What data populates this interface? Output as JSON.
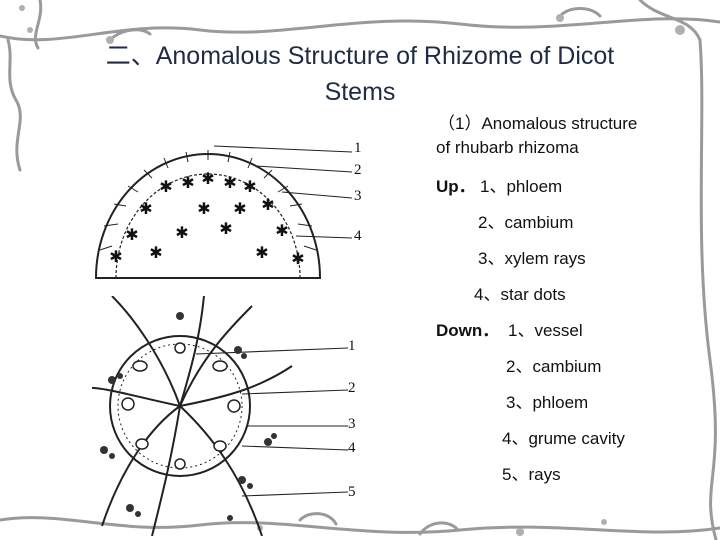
{
  "slide": {
    "title_line1": "二、Anomalous Structure of   Rhizome of Dicot",
    "title_line2": "Stems",
    "subtitle_line1": "（1）Anomalous structure",
    "subtitle_line2": "of   rhubarb rhizoma"
  },
  "upper_figure": {
    "label_numbers": [
      "1",
      "2",
      "3",
      "4"
    ],
    "heading": "Up．",
    "labels": [
      "1、phloem",
      "2、cambium",
      "3、xylem rays",
      "4、star dots"
    ]
  },
  "lower_figure": {
    "label_numbers": [
      "1",
      "2",
      "3",
      "4",
      "5"
    ],
    "heading": "Down．",
    "labels": [
      "1、vessel",
      "2、cambium",
      "3、phloem",
      "4、grume cavity",
      "5、rays"
    ]
  },
  "colors": {
    "title": "#1f2a44",
    "vine": "#9a9a9a",
    "drawing": "#222222"
  }
}
